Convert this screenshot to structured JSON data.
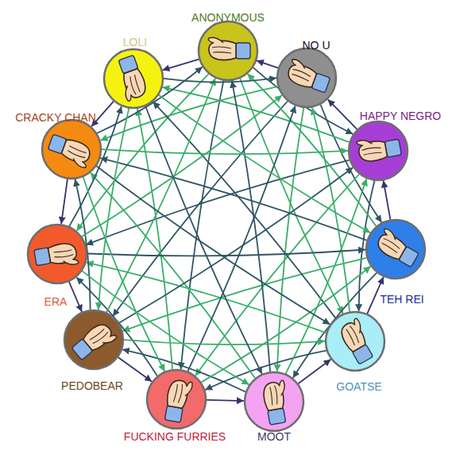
{
  "diagram": {
    "nodes": [
      {
        "text": [
          "ANONYMOUS"
        ]
      },
      {
        "text": [
          "NO U"
        ]
      },
      {
        "text": [
          "HAPPY NEGRO"
        ]
      },
      {
        "text": [
          "TEH REI"
        ]
      },
      {
        "text": [
          "GOATSE"
        ]
      },
      {
        "text": [
          "MOOT"
        ]
      },
      {
        "text": [
          "FUCKING FURRIES"
        ]
      },
      {
        "text": [
          "PEDOBEAR"
        ]
      },
      {
        "text": [
          "ERA"
        ]
      },
      {
        "text": [
          "CRACKY CHAN"
        ]
      },
      {
        "text": [
          "LOLI"
        ]
      }
    ],
    "edges": [
      {
        "from": 0,
        "to": 10,
        "arrow": "to"
      },
      {
        "from": 0,
        "to": 8,
        "arrow": "to"
      },
      {
        "from": 0,
        "to": 6,
        "arrow": "to"
      },
      {
        "from": 0,
        "to": 4,
        "arrow": "to"
      },
      {
        "from": 0,
        "to": 2,
        "arrow": "to"
      },
      {
        "from": 1,
        "to": 0,
        "arrow": "to"
      },
      {
        "from": 1,
        "to": 9,
        "arrow": "to"
      },
      {
        "from": 1,
        "to": 7,
        "arrow": "to"
      },
      {
        "from": 1,
        "to": 5,
        "arrow": "to"
      },
      {
        "from": 1,
        "to": 3,
        "arrow": "to"
      },
      {
        "from": 2,
        "to": 1,
        "arrow": "to"
      },
      {
        "from": 2,
        "to": 10,
        "arrow": "to"
      },
      {
        "from": 2,
        "to": 8,
        "arrow": "to"
      },
      {
        "from": 2,
        "to": 6,
        "arrow": "to"
      },
      {
        "from": 2,
        "to": 4,
        "arrow": "to"
      },
      {
        "from": 3,
        "to": 2,
        "arrow": "to"
      },
      {
        "from": 3,
        "to": 0,
        "arrow": "to"
      },
      {
        "from": 3,
        "to": 9,
        "arrow": "to"
      },
      {
        "from": 3,
        "to": 7,
        "arrow": "to"
      },
      {
        "from": 3,
        "to": 5,
        "arrow": "to"
      },
      {
        "from": 4,
        "to": 3,
        "arrow": "to"
      },
      {
        "from": 4,
        "to": 1,
        "arrow": "to"
      },
      {
        "from": 4,
        "to": 10,
        "arrow": "to"
      },
      {
        "from": 4,
        "to": 8,
        "arrow": "to"
      },
      {
        "from": 4,
        "to": 6,
        "arrow": "to"
      },
      {
        "from": 5,
        "to": 4,
        "arrow": "to"
      },
      {
        "from": 5,
        "to": 2,
        "arrow": "to"
      },
      {
        "from": 5,
        "to": 0,
        "arrow": "to"
      },
      {
        "from": 5,
        "to": 9,
        "arrow": "to"
      },
      {
        "from": 5,
        "to": 7,
        "arrow": "to"
      },
      {
        "from": 6,
        "to": 5,
        "arrow": "to"
      },
      {
        "from": 6,
        "to": 3,
        "arrow": "to"
      },
      {
        "from": 6,
        "to": 1,
        "arrow": "to"
      },
      {
        "from": 6,
        "to": 10,
        "arrow": "to"
      },
      {
        "from": 6,
        "to": 8,
        "arrow": "to"
      },
      {
        "from": 7,
        "to": 6,
        "arrow": "to"
      },
      {
        "from": 7,
        "to": 4,
        "arrow": "to"
      },
      {
        "from": 7,
        "to": 2,
        "arrow": "to"
      },
      {
        "from": 7,
        "to": 0,
        "arrow": "to"
      },
      {
        "from": 7,
        "to": 9,
        "arrow": "to"
      },
      {
        "from": 8,
        "to": 7,
        "arrow": "to"
      },
      {
        "from": 8,
        "to": 5,
        "arrow": "to"
      },
      {
        "from": 8,
        "to": 3,
        "arrow": "to"
      },
      {
        "from": 8,
        "to": 1,
        "arrow": "to"
      },
      {
        "from": 8,
        "to": 10,
        "arrow": "to"
      },
      {
        "from": 9,
        "to": 8,
        "arrow": "to"
      },
      {
        "from": 9,
        "to": 6,
        "arrow": "to"
      },
      {
        "from": 9,
        "to": 4,
        "arrow": "to"
      },
      {
        "from": 9,
        "to": 2,
        "arrow": "to"
      },
      {
        "from": 9,
        "to": 0,
        "arrow": "to"
      },
      {
        "from": 10,
        "to": 9,
        "arrow": "to"
      },
      {
        "from": 10,
        "to": 7,
        "arrow": "to"
      },
      {
        "from": 10,
        "to": 5,
        "arrow": "to"
      },
      {
        "from": 10,
        "to": 3,
        "arrow": "to"
      },
      {
        "from": 10,
        "to": 1,
        "arrow": "to"
      }
    ]
  }
}
